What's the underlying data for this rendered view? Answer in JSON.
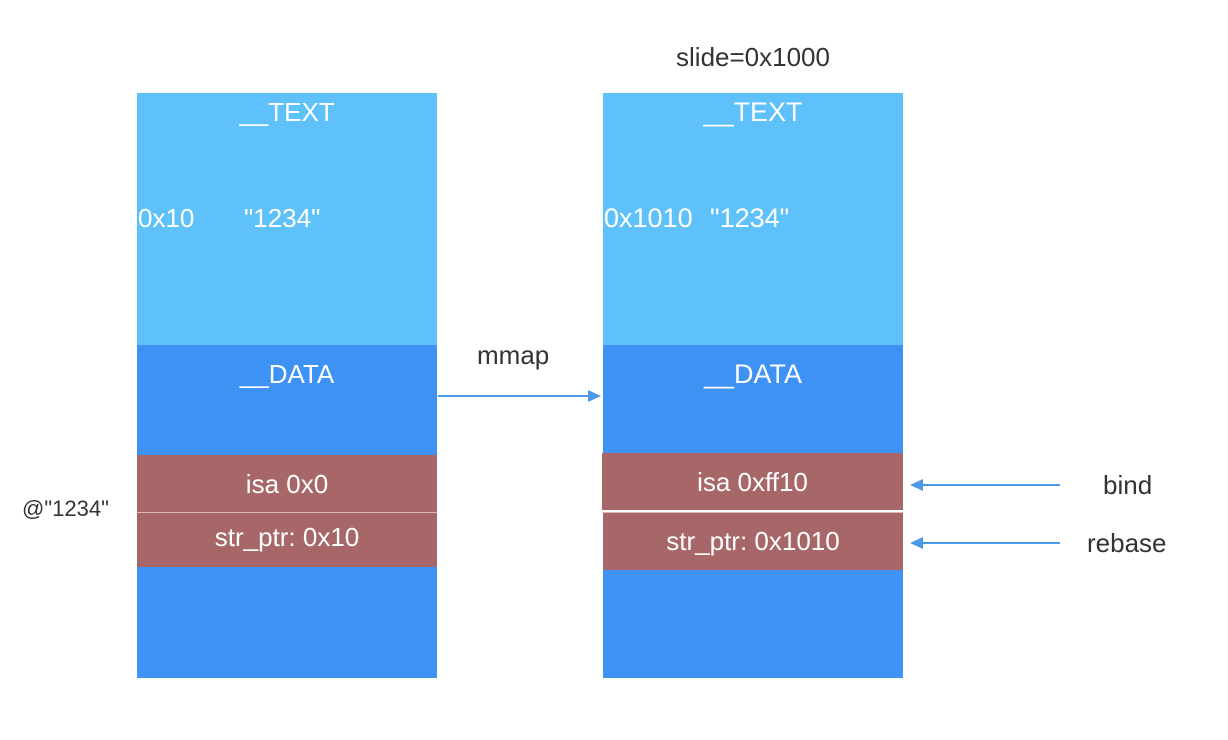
{
  "left": {
    "text_segment": "__TEXT",
    "string_address": "0x10",
    "string_literal": "\"1234\"",
    "data_segment": "__DATA",
    "isa_field": "isa 0x0",
    "str_ptr_field": "str_ptr: 0x10",
    "object_label": "@\"1234\""
  },
  "right": {
    "slide_label": "slide=0x1000",
    "text_segment": "__TEXT",
    "string_address": "0x1010",
    "string_literal": "\"1234\"",
    "data_segment": "__DATA",
    "isa_field": "isa 0xff10",
    "str_ptr_field": "str_ptr: 0x1010"
  },
  "arrows": {
    "mmap_label": "mmap",
    "bind_label": "bind",
    "rebase_label": "rebase",
    "color": "#4a9ae8"
  },
  "colors": {
    "text_segment": "#5fc1f9",
    "data_segment": "#3d92f4",
    "object_fields": "#a76668"
  }
}
